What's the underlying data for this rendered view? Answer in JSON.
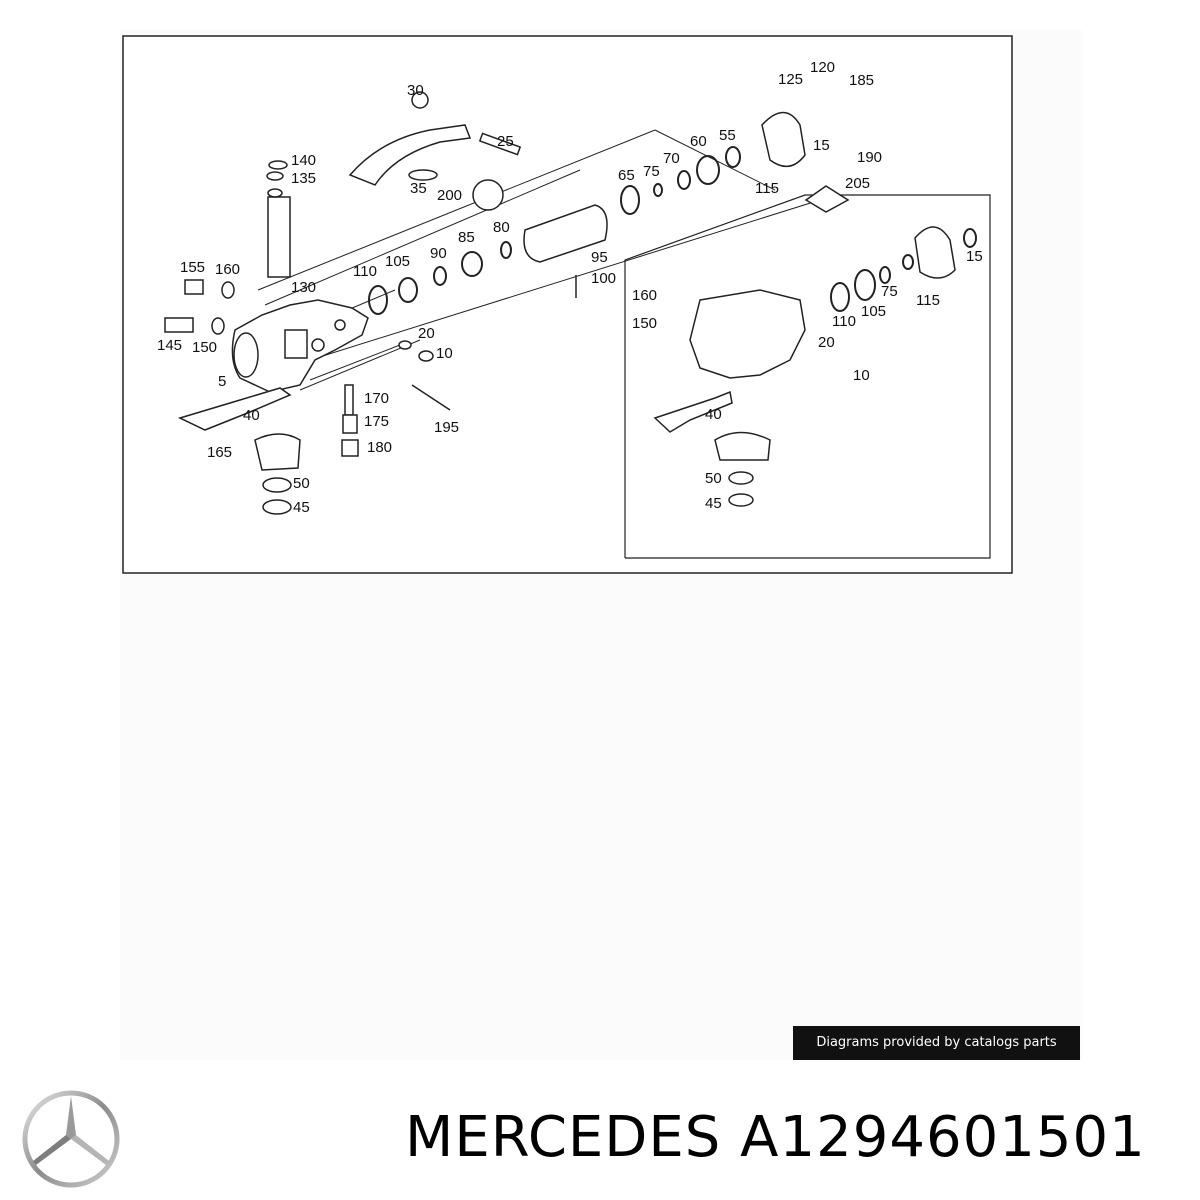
{
  "diagram": {
    "callouts": [
      "30",
      "25",
      "140",
      "135",
      "35",
      "200",
      "155",
      "160",
      "130",
      "145",
      "150",
      "5",
      "40",
      "165",
      "50",
      "45",
      "110",
      "105",
      "90",
      "85",
      "80",
      "65",
      "75",
      "70",
      "60",
      "55",
      "95",
      "100",
      "20",
      "10",
      "170",
      "175",
      "180",
      "195",
      "125",
      "120",
      "185",
      "15",
      "190",
      "115",
      "205",
      "160",
      "150",
      "110",
      "105",
      "75",
      "115",
      "15",
      "20",
      "10",
      "40",
      "50",
      "45"
    ]
  },
  "caption": "Diagrams provided by catalogs parts",
  "brand": "MERCEDES A1294601501",
  "logo_icon": "mercedes-star-icon"
}
